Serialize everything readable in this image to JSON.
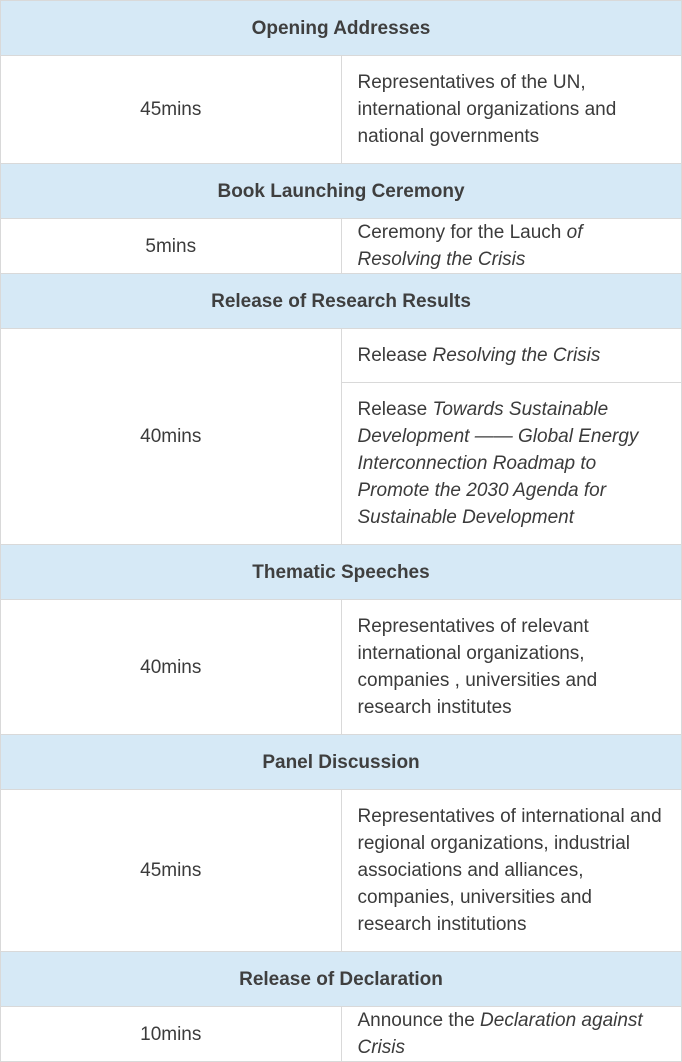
{
  "agenda": {
    "sections": [
      {
        "title": "Opening Addresses",
        "duration": "45mins",
        "items": [
          {
            "parts": [
              {
                "text": "Representatives of the UN, international organizations and national governments",
                "italic": false
              }
            ]
          }
        ]
      },
      {
        "title": "Book Launching Ceremony",
        "duration": "5mins",
        "items": [
          {
            "parts": [
              {
                "text": "Ceremony for the Lauch ",
                "italic": false
              },
              {
                "text": "of Resolving the Crisis",
                "italic": true
              }
            ]
          }
        ]
      },
      {
        "title": "Release of Research Results",
        "duration": "40mins",
        "items": [
          {
            "parts": [
              {
                "text": "Release ",
                "italic": false
              },
              {
                "text": "Resolving the Crisis",
                "italic": true
              }
            ]
          },
          {
            "parts": [
              {
                "text": "Release ",
                "italic": false
              },
              {
                "text": "Towards Sustainable Development —— Global Energy Interconnection Roadmap to Promote the 2030 Agenda for Sustainable Development",
                "italic": true
              }
            ]
          }
        ]
      },
      {
        "title": "Thematic Speeches",
        "duration": "40mins",
        "items": [
          {
            "parts": [
              {
                "text": "Representatives of relevant international organizations, companies , universities and research institutes",
                "italic": false
              }
            ]
          }
        ]
      },
      {
        "title": "Panel Discussion",
        "duration": "45mins",
        "items": [
          {
            "parts": [
              {
                "text": "Representatives of international and regional organizations, industrial associations and alliances, companies, universities and research institutions",
                "italic": false
              }
            ]
          }
        ]
      },
      {
        "title": "Release of Declaration",
        "duration": "10mins",
        "items": [
          {
            "parts": [
              {
                "text": "Announce the ",
                "italic": false
              },
              {
                "text": "Declaration against Crisis",
                "italic": true
              }
            ]
          }
        ]
      }
    ]
  }
}
